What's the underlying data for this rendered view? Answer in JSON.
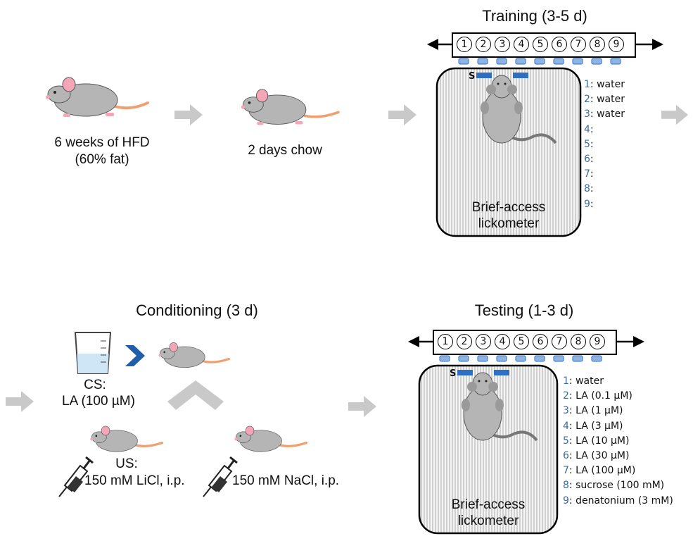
{
  "colors": {
    "arrow_gray": "#c9c9c9",
    "spout_blue": "#2e6fc4",
    "number_blue": "#3a6c9c",
    "mouse_gray": "#b5b5b5",
    "mouse_ear_pink": "#f4a6b7",
    "mouse_tail": "#f0a070",
    "chevron_blue": "#1f5ea8"
  },
  "icons": [
    "mouse-icon",
    "beaker-icon",
    "syringe-icon",
    "chevron-right-icon",
    "arrow-right-icon",
    "lickometer-icon"
  ],
  "step1": {
    "line1": "6 weeks of HFD",
    "line2": "(60% fat)"
  },
  "step2": {
    "label": "2 days chow"
  },
  "training": {
    "title": "Training (3-5 d)",
    "box_line1": "Brief-access",
    "box_line2": "lickometer",
    "s_label": "S",
    "bottles": [
      {
        "num": "1",
        "sep": ":",
        "content": "water"
      },
      {
        "num": "2",
        "sep": ":",
        "content": "water"
      },
      {
        "num": "3",
        "sep": ":",
        "content": "water"
      },
      {
        "num": "4",
        "sep": ":",
        "content": ""
      },
      {
        "num": "5",
        "sep": ":",
        "content": ""
      },
      {
        "num": "6",
        "sep": ":",
        "content": ""
      },
      {
        "num": "7",
        "sep": ":",
        "content": ""
      },
      {
        "num": "8",
        "sep": ":",
        "content": ""
      },
      {
        "num": "9",
        "sep": ":",
        "content": ""
      }
    ]
  },
  "conditioning": {
    "title": "Conditioning (3 d)",
    "cs_line1": "CS:",
    "cs_line2": "LA (100 µM)",
    "us_line1": "US:",
    "us_line2": "150 mM LiCl, i.p.",
    "control": "150 mM NaCl, i.p."
  },
  "testing": {
    "title": "Testing (1-3 d)",
    "box_line1": "Brief-access",
    "box_line2": "lickometer",
    "s_label": "S",
    "bottles": [
      {
        "num": "1",
        "sep": ":",
        "content": "water"
      },
      {
        "num": "2",
        "sep": ":",
        "content": "LA (0.1 µM)"
      },
      {
        "num": "3",
        "sep": ":",
        "content": "LA (1 µM)"
      },
      {
        "num": "4",
        "sep": ":",
        "content": "LA (3 µM)"
      },
      {
        "num": "5",
        "sep": ":",
        "content": "LA (10 µM)"
      },
      {
        "num": "6",
        "sep": ":",
        "content": "LA (30 µM)"
      },
      {
        "num": "7",
        "sep": ":",
        "content": "LA (100 µM)"
      },
      {
        "num": "8",
        "sep": ":",
        "content": "sucrose (100 mM)"
      },
      {
        "num": "9",
        "sep": ":",
        "content": "denatonium (3 mM)"
      }
    ]
  }
}
